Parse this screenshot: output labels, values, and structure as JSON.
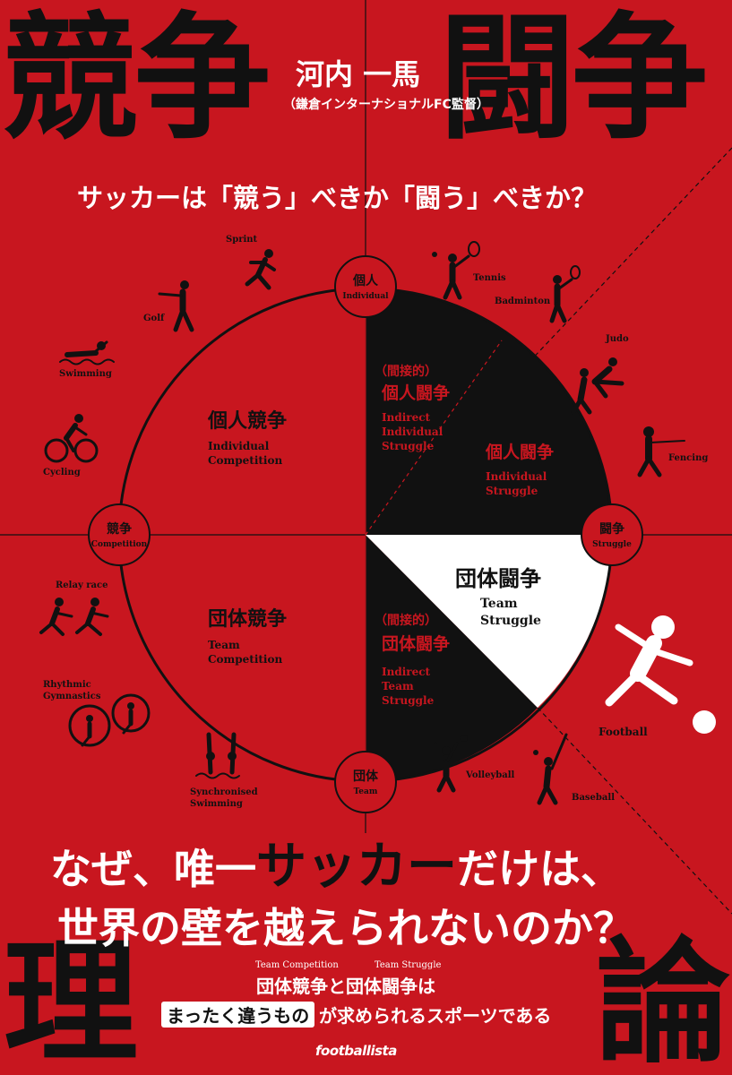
{
  "colors": {
    "background": "#c8161f",
    "ink": "#111111",
    "white": "#ffffff"
  },
  "title": {
    "left_top": "競争",
    "right_top": "闘争",
    "left_bottom": "理",
    "right_bottom": "論"
  },
  "author": {
    "name": "河内 一馬",
    "affiliation": "（鎌倉インターナショナルFC監督）"
  },
  "subtitle": "サッカーは「競う」べきか「闘う」べきか？",
  "nodes": {
    "individual": {
      "ja": "個人",
      "en": "Individual"
    },
    "competition": {
      "ja": "競争",
      "en": "Competition"
    },
    "struggle": {
      "ja": "闘争",
      "en": "Struggle"
    },
    "team": {
      "ja": "団体",
      "en": "Team"
    }
  },
  "quadrants": {
    "individual_competition": {
      "ja": "個人競争",
      "en1": "Individual",
      "en2": "Competition"
    },
    "team_competition": {
      "ja": "団体競争",
      "en1": "Team",
      "en2": "Competition"
    },
    "indirect_individual": {
      "pre": "（間接的）",
      "ja": "個人闘争",
      "en1": "Indirect",
      "en2": "Individual",
      "en3": "Struggle"
    },
    "individual_struggle": {
      "ja": "個人闘争",
      "en1": "Individual",
      "en2": "Struggle"
    },
    "team_struggle": {
      "ja": "団体闘争",
      "en1": "Team",
      "en2": "Struggle"
    },
    "indirect_team": {
      "pre": "（間接的）",
      "ja": "団体闘争",
      "en1": "Indirect",
      "en2": "Team",
      "en3": "Struggle"
    }
  },
  "sports": {
    "sprint": "Sprint",
    "golf": "Golf",
    "swimming": "Swimming",
    "cycling": "Cycling",
    "relay": "Relay race",
    "rhythmic1": "Rhythmic",
    "rhythmic2": "Gymnastics",
    "synchro1": "Synchronised",
    "synchro2": "Swimming",
    "tennis": "Tennis",
    "badminton": "Badminton",
    "judo": "Judo",
    "fencing": "Fencing",
    "football": "Football",
    "volleyball": "Volleyball",
    "baseball": "Baseball"
  },
  "catch1": {
    "a": "なぜ、唯一",
    "b": "サッカー",
    "c": "だけは、"
  },
  "catch2": "世界の壁を越えられないのか？",
  "ruby": {
    "left": "Team Competition",
    "right": "Team Struggle"
  },
  "tagline1": "団体競争と団体闘争は",
  "tagline_box": "まったく違うもの",
  "tagline2": "が求められるスポーツである",
  "publisher": "footballista"
}
